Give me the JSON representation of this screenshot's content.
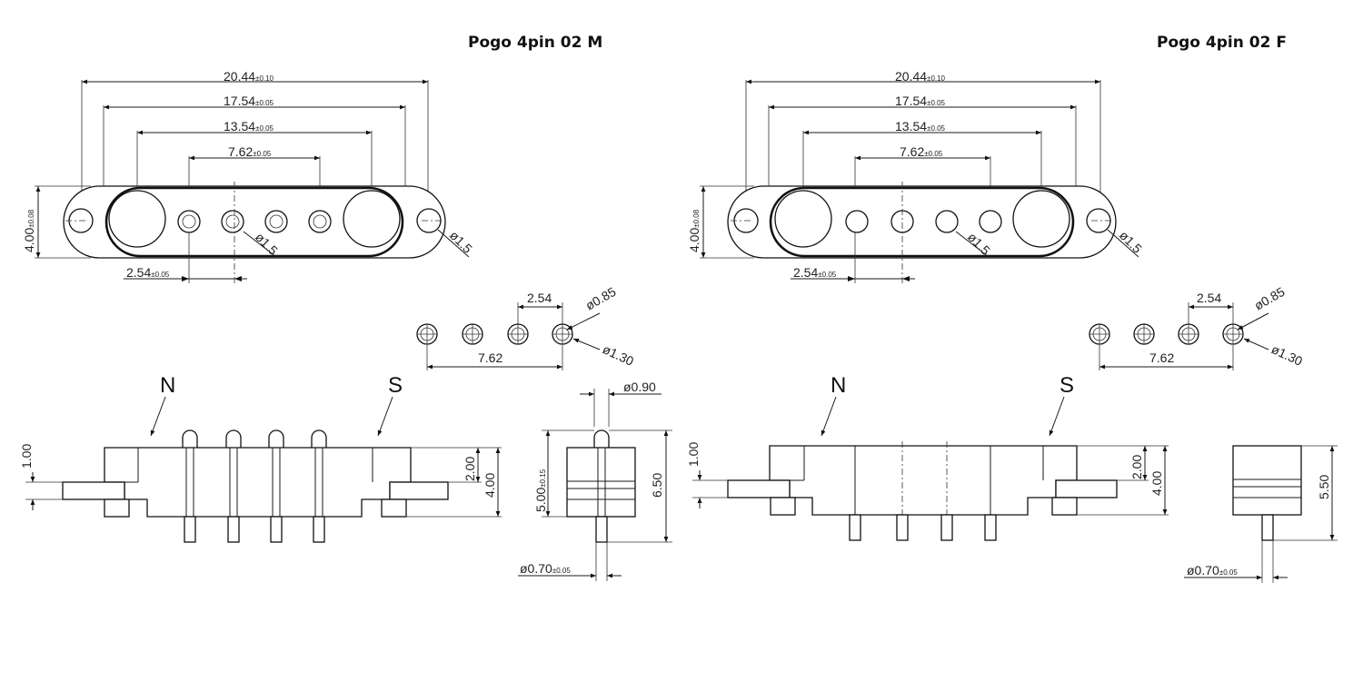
{
  "views": [
    {
      "title": "Pogo 4pin 02 M",
      "top_dims": [
        "20.44",
        "17.54",
        "13.54",
        "7.62"
      ],
      "top_tols": [
        "±0.10",
        "±0.05",
        "±0.05",
        "±0.05"
      ],
      "height_dim": "4.00",
      "height_tol": "±0.08",
      "pitch_dim": "2.54",
      "pitch_tol": "±0.05",
      "hole_dia_1": "ø1.5",
      "hole_dia_2": "ø1.5",
      "pin_pitch": "2.54",
      "pin_span": "7.62",
      "pin_inner_dia": "ø0.85",
      "pin_outer_dia": "ø1.30",
      "label_n": "N",
      "label_s": "S",
      "dim_100": "1.00",
      "dim_200": "2.00",
      "dim_400": "4.00",
      "side_top_dia": "ø0.90",
      "side_body": "5.00",
      "side_body_tol": "±0.15",
      "side_total": "6.50",
      "side_bottom_dia": "ø0.70",
      "side_bottom_tol": "±0.05"
    },
    {
      "title": "Pogo 4pin 02 F",
      "top_dims": [
        "20.44",
        "17.54",
        "13.54",
        "7.62"
      ],
      "top_tols": [
        "±0.10",
        "±0.05",
        "±0.05",
        "±0.05"
      ],
      "height_dim": "4.00",
      "height_tol": "±0.08",
      "pitch_dim": "2.54",
      "pitch_tol": "±0.05",
      "hole_dia_1": "ø1.5",
      "hole_dia_2": "ø1.5",
      "pin_pitch": "2.54",
      "pin_span": "7.62",
      "pin_inner_dia": "ø0.85",
      "pin_outer_dia": "ø1.30",
      "label_n": "N",
      "label_s": "S",
      "dim_100": "1.00",
      "dim_200": "2.00",
      "dim_400": "4.00",
      "side_total": "5.50",
      "side_bottom_dia": "ø0.70",
      "side_bottom_tol": "±0.05"
    }
  ]
}
